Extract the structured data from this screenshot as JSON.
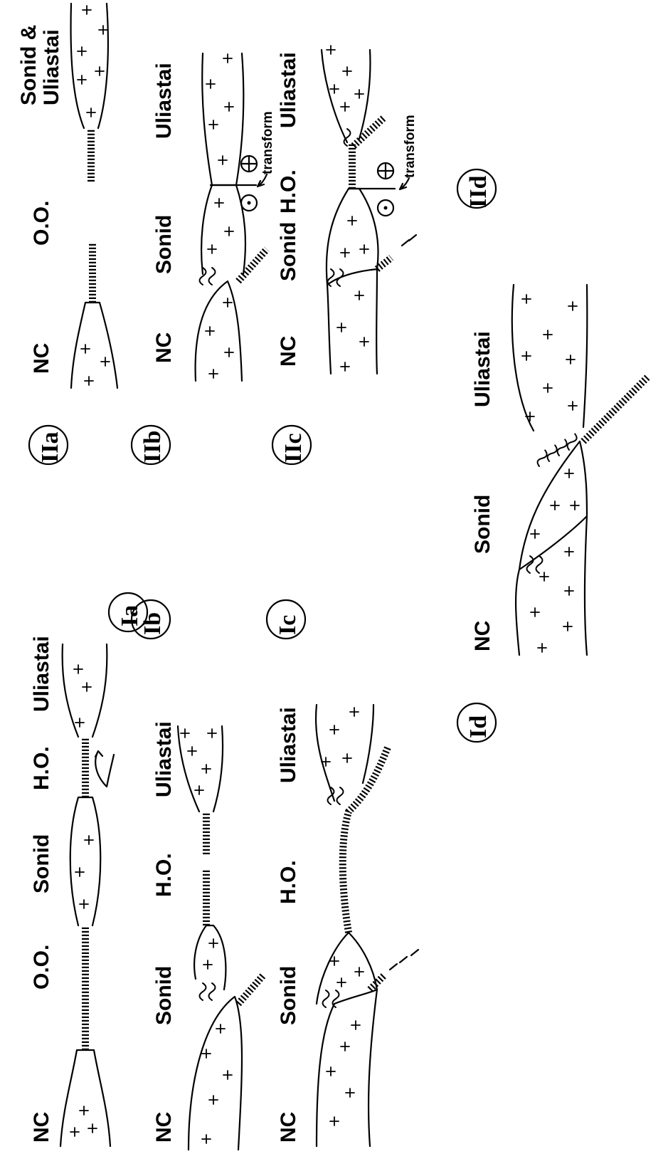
{
  "figure": {
    "panels": {
      "Ia": {
        "label": "Ia",
        "places": [
          "NC",
          "O.O.",
          "Sonid",
          "H.O.",
          "Uliastai"
        ]
      },
      "Ib": {
        "label": "Ib",
        "places": [
          "NC",
          "Sonid",
          "H.O.",
          "Uliastai"
        ]
      },
      "Ic": {
        "label": "Ic",
        "places": [
          "NC",
          "Sonid",
          "H.O.",
          "Uliastai"
        ]
      },
      "Id": {
        "label": "Id",
        "places": [
          "NC",
          "Sonid",
          "Uliastai"
        ]
      },
      "IIa": {
        "label": "IIa",
        "places": [
          "NC",
          "O.O.",
          "Sonid &",
          "Uliastai"
        ]
      },
      "IIb": {
        "label": "IIb",
        "places": [
          "NC",
          "Sonid",
          "Uliastai"
        ],
        "annotation": "transform"
      },
      "IIc": {
        "label": "IIc",
        "places": [
          "NC",
          "Sonid",
          "H.O.",
          "Uliastai"
        ],
        "annotation": "transform"
      },
      "IId": {
        "label": "IId"
      }
    }
  }
}
